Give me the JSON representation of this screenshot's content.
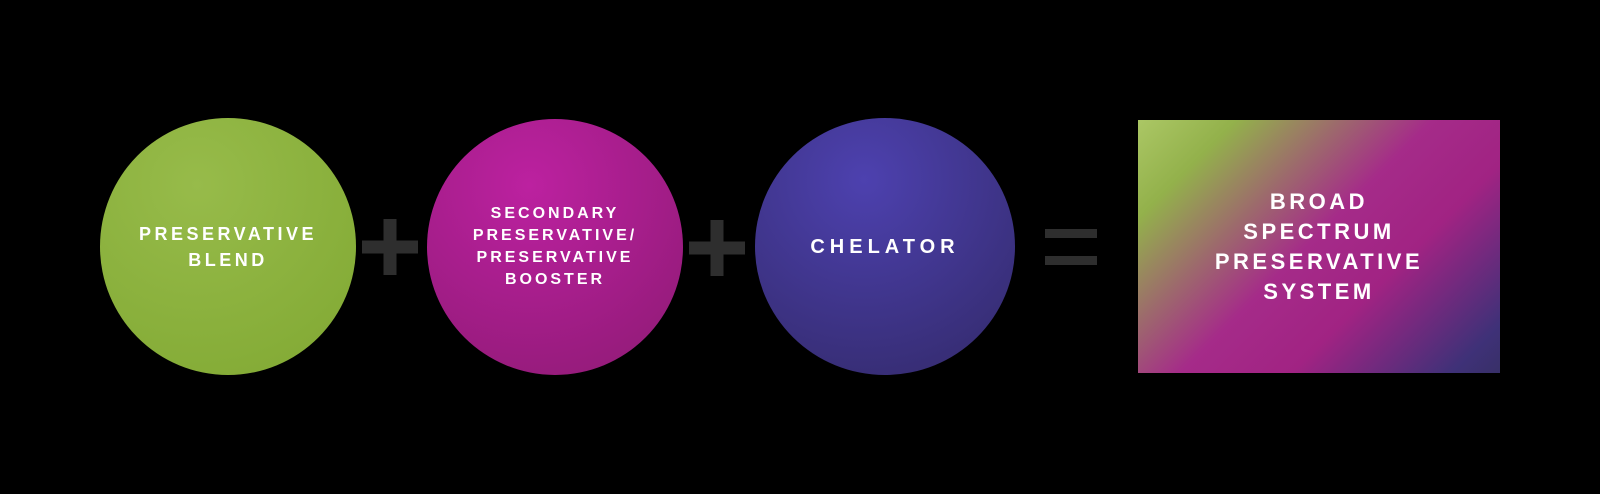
{
  "canvas": {
    "background": "#000000"
  },
  "operators": {
    "color": "#2e2e2e",
    "plus_symbol": "+",
    "equals_symbol": "="
  },
  "text_color": "#ffffff",
  "nodes": {
    "preservative_blend": {
      "label": "PRESERVATIVE\nBLEND",
      "color_light": "#97bb4a",
      "color_dark": "#80a832"
    },
    "secondary_preservative": {
      "label": "SECONDARY\nPRESERVATIVE/\nPRESERVATIVE\nBOOSTER",
      "color_light": "#bc21a0",
      "color_dark": "#8d1a73"
    },
    "chelator": {
      "label": "CHELATOR",
      "color_light": "#4d41af",
      "color_dark": "#322968"
    },
    "result": {
      "label": "BROAD\nSPECTRUM\nPRESERVATIVE\nSYSTEM",
      "gradient": [
        "#abc765",
        "#93b14b",
        "#a52b89",
        "#a12383",
        "#3f3178",
        "#383068"
      ]
    }
  }
}
